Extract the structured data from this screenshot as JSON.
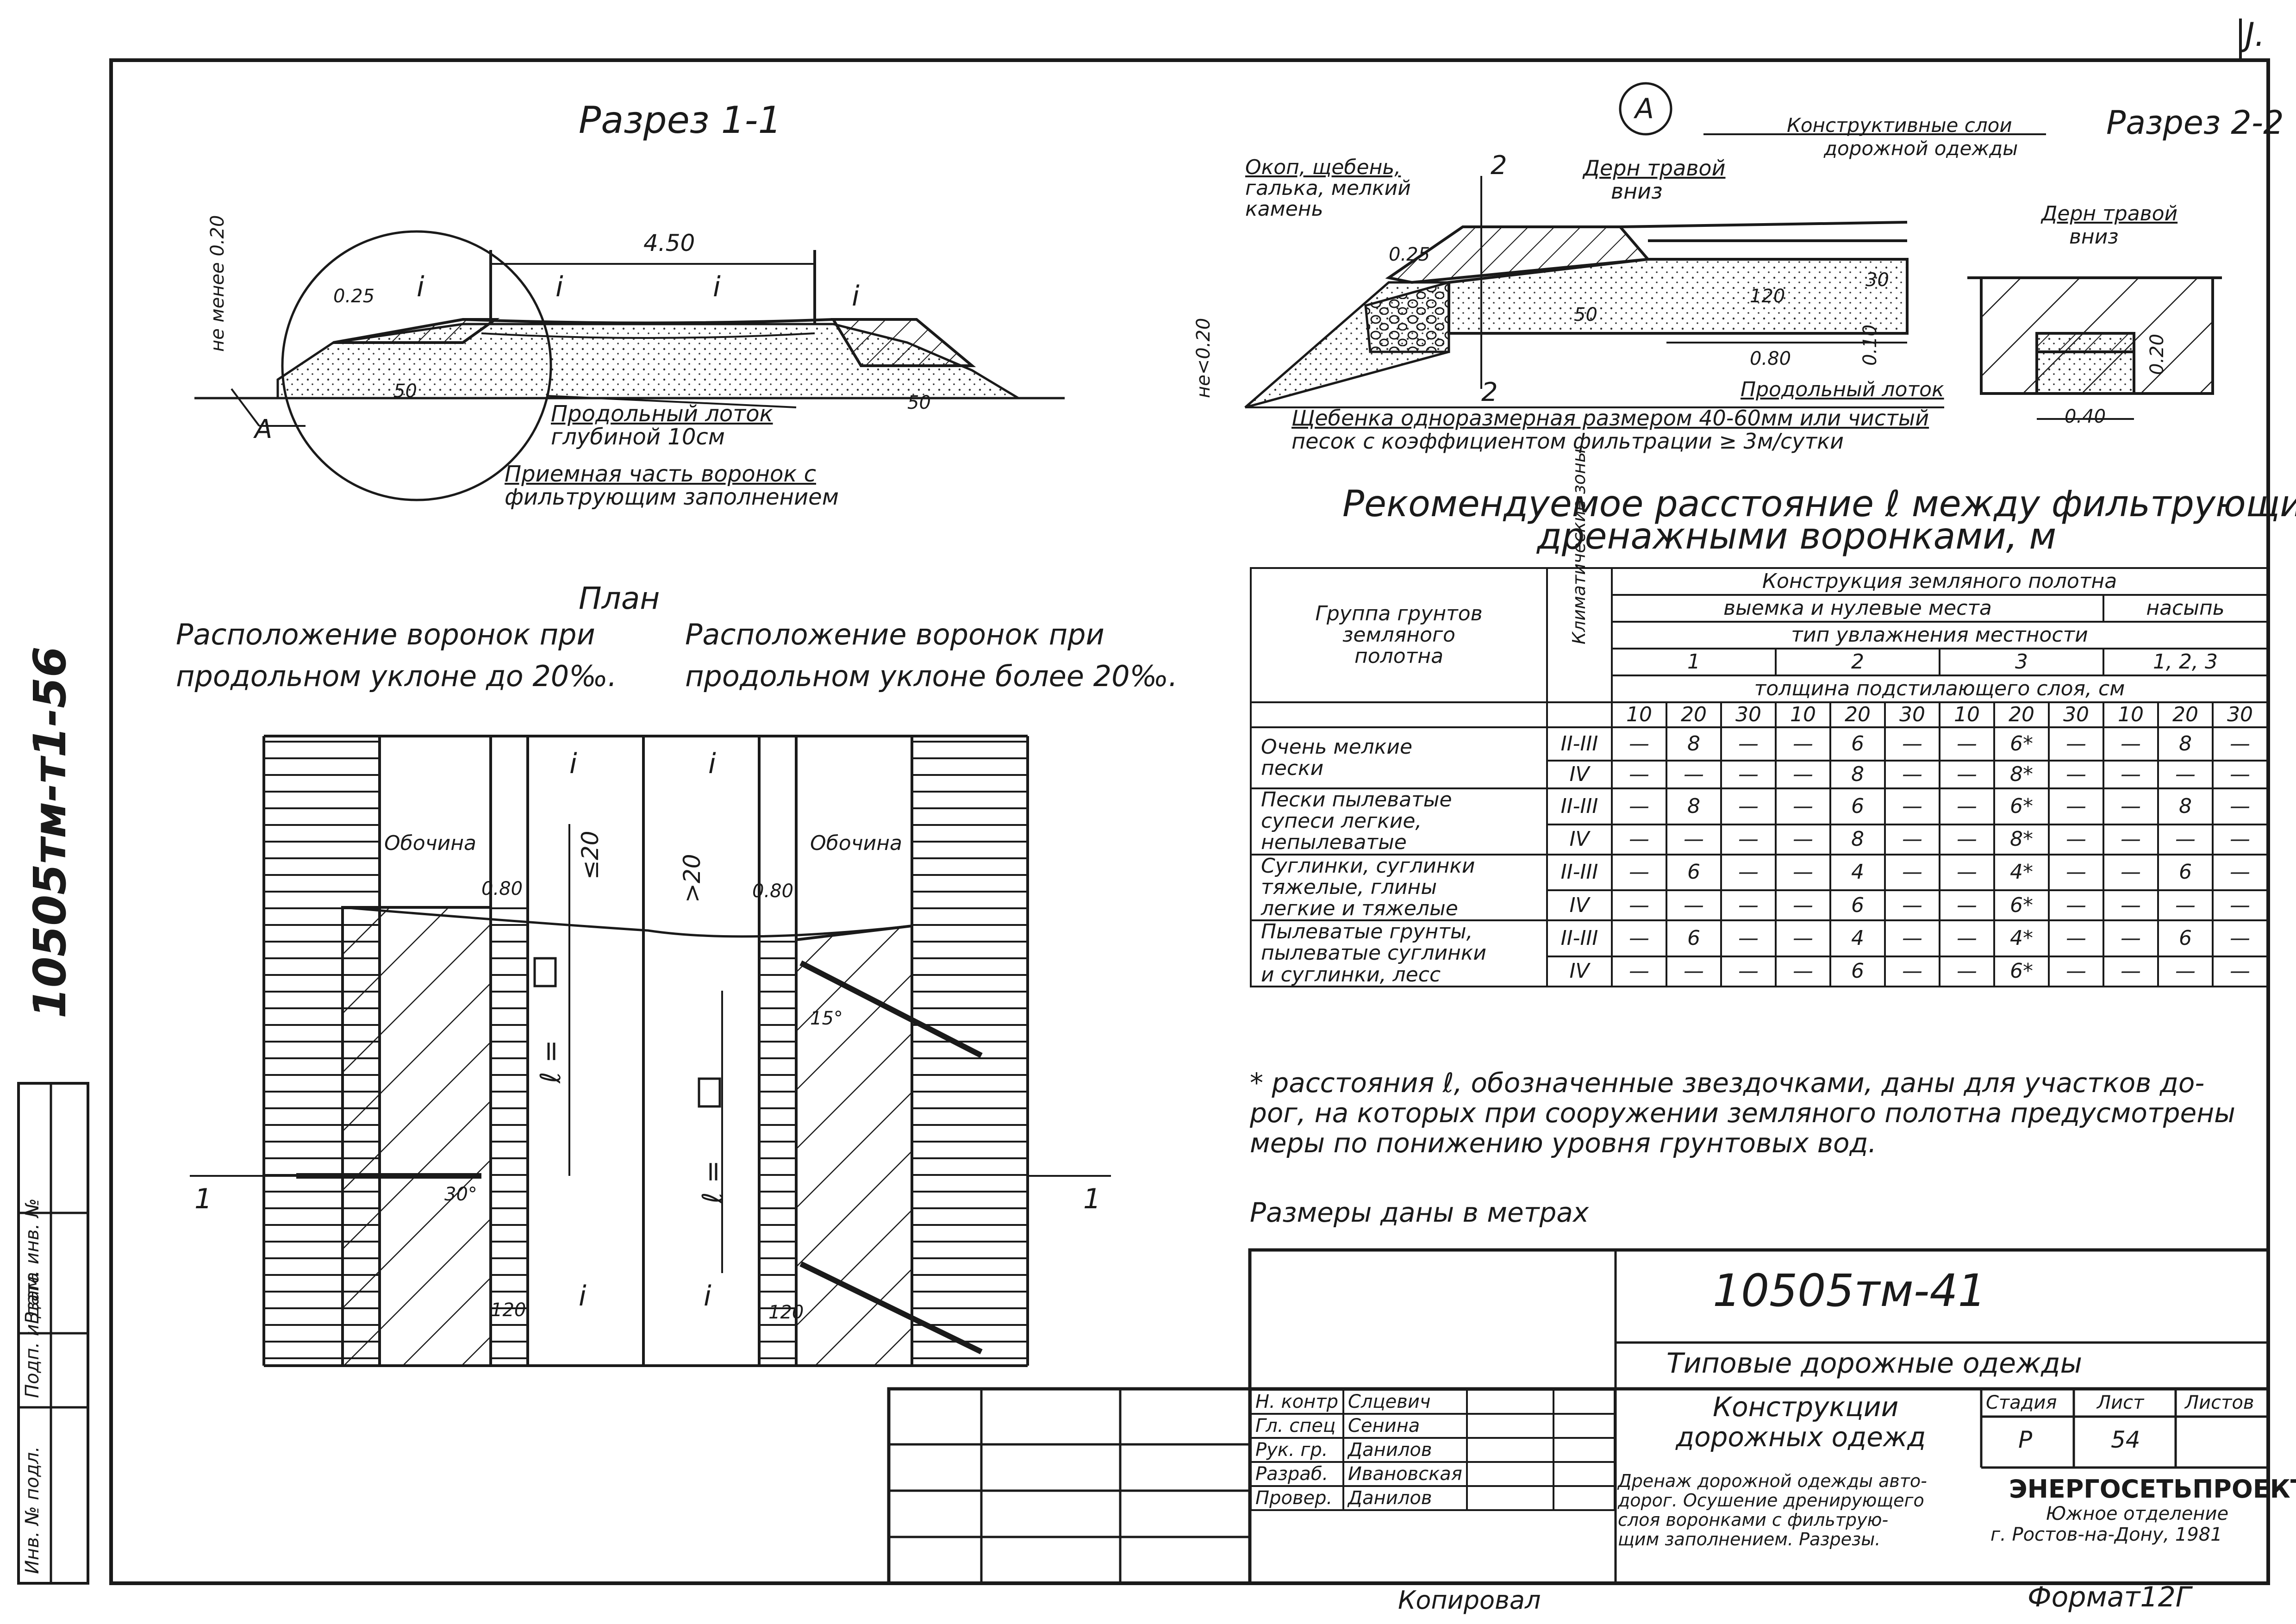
{
  "corner_mark": "J.",
  "vertical_doc_code": "10505тм-т1-56",
  "side_stamp": [
    "Инв. № подл.",
    "Подп. и дата",
    "Взам. инв. №"
  ],
  "section11": {
    "title": "Разрез 1-1",
    "label_min": "не менее 0.20",
    "width": "4.50",
    "d025": "0.25",
    "slope": "i",
    "slope50_left": "50",
    "slope50_right": "50",
    "point_a": "А",
    "tray_label": [
      "Продольный лоток",
      "глубиной 10см"
    ],
    "funnel_label": [
      "Приемная часть воронок с",
      "фильтрующим заполнением"
    ]
  },
  "nodeA": {
    "marker": "А",
    "label_fill": [
      "Окоп, щебень,",
      "галька, мелкий",
      "камень"
    ],
    "section_mark": "2",
    "turf": [
      "Дерн травой",
      "вниз"
    ],
    "layers": [
      "Конструктивные слои",
      "дорожной одежды"
    ],
    "d025": "0.25",
    "v30": "30",
    "v120": "120",
    "v50": "50",
    "d080": "0.80",
    "d010": "0.10",
    "h020": "не<0.20",
    "tray": "Продольный лоток",
    "gravel": [
      "Щебенка одноразмерная размером 40-60мм или чистый",
      "песок с коэффициентом фильтрации ≥ 3м/сутки"
    ]
  },
  "section22": {
    "title": "Разрез 2-2",
    "turf": [
      "Дерн травой",
      "вниз"
    ],
    "d040": "0.40",
    "d020": "0.20"
  },
  "plan": {
    "title": "План",
    "caption_left": [
      "Расположение воронок при",
      "продольном уклоне до 20‰."
    ],
    "caption_right": [
      "Расположение воронок при",
      "продольном уклоне более 20‰."
    ],
    "shoulder": "Обочина",
    "d080": "0.80",
    "le20": "≤20",
    "gt20": ">20",
    "l_eq": "ℓ =",
    "v120": "120",
    "angle_left": "30°",
    "angle_right": "15°",
    "cut": "1",
    "slope": "i"
  },
  "table": {
    "title": [
      "Рекомендуемое расстояние ℓ между фильтрующими",
      "дренажными воронками, м"
    ],
    "h_group": [
      "Группа грунтов",
      "земляного",
      "полотна"
    ],
    "h_climate": "Климатические зоны",
    "h_construction": "Конструкция земляного полотна",
    "h_cut": "выемка и нулевые места",
    "h_fill": "насыпь",
    "h_moist": "тип увлажнения местности",
    "h_types": [
      "1",
      "2",
      "3",
      "1, 2, 3"
    ],
    "h_thick": "толщина подстилающего слоя, см",
    "h_depths": [
      "10",
      "20",
      "30",
      "10",
      "20",
      "30",
      "10",
      "20",
      "30",
      "10",
      "20",
      "30"
    ],
    "rows": [
      {
        "soil": [
          "Очень мелкие",
          "пески"
        ],
        "z1": "II-III",
        "v1": [
          "—",
          "8",
          "—",
          "—",
          "6",
          "—",
          "—",
          "6*",
          "—",
          "—",
          "8",
          "—"
        ],
        "z2": "IV",
        "v2": [
          "—",
          "—",
          "—",
          "—",
          "8",
          "—",
          "—",
          "8*",
          "—",
          "—",
          "—",
          "—"
        ]
      },
      {
        "soil": [
          "Пески пылеватые",
          "супеси легкие,",
          "непылеватые"
        ],
        "z1": "II-III",
        "v1": [
          "—",
          "8",
          "—",
          "—",
          "6",
          "—",
          "—",
          "6*",
          "—",
          "—",
          "8",
          "—"
        ],
        "z2": "IV",
        "v2": [
          "—",
          "—",
          "—",
          "—",
          "8",
          "—",
          "—",
          "8*",
          "—",
          "—",
          "—",
          "—"
        ]
      },
      {
        "soil": [
          "Суглинки, суглинки",
          "тяжелые, глины",
          "легкие и тяжелые"
        ],
        "z1": "II-III",
        "v1": [
          "—",
          "6",
          "—",
          "—",
          "4",
          "—",
          "—",
          "4*",
          "—",
          "—",
          "6",
          "—"
        ],
        "z2": "IV",
        "v2": [
          "—",
          "—",
          "—",
          "—",
          "6",
          "—",
          "—",
          "6*",
          "—",
          "—",
          "—",
          "—"
        ]
      },
      {
        "soil": [
          "Пылеватые грунты,",
          "пылеватые суглинки",
          "и суглинки, лесс"
        ],
        "z1": "II-III",
        "v1": [
          "—",
          "6",
          "—",
          "—",
          "4",
          "—",
          "—",
          "4*",
          "—",
          "—",
          "6",
          "—"
        ],
        "z2": "IV",
        "v2": [
          "—",
          "—",
          "—",
          "—",
          "6",
          "—",
          "—",
          "6*",
          "—",
          "—",
          "—",
          "—"
        ]
      }
    ]
  },
  "footnote": [
    "* расстояния ℓ, обозначенные звездочками, даны для участков до-",
    "рог, на которых при сооружении земляного полотна предусмотрены",
    "меры по понижению уровня грунтовых вод."
  ],
  "units_note": "Размеры даны в метрах",
  "title_block": {
    "code": "10505тм-41",
    "series": "Типовые дорожные одежды",
    "subject": [
      "Конструкции",
      "дорожных одежд"
    ],
    "roles": [
      "Н. контр",
      "Гл. спец",
      "Рук. гр.",
      "Разраб.",
      "Провер."
    ],
    "names": [
      "Слцевич",
      "Сенина",
      "Данилов",
      "Ивановская",
      "Данилов"
    ],
    "stage_h": "Стадия",
    "sheet_h": "Лист",
    "sheets_h": "Листов",
    "stage": "Р",
    "sheet": "54",
    "description": [
      "Дренаж дорожной одежды авто-",
      "дорог. Осушение дренирующего",
      "слоя воронками с фильтрую-",
      "щим заполнением. Разрезы."
    ],
    "org": [
      "ЭНЕРГОСЕТЬПРОЕКТ",
      "Южное отделение",
      "г. Ростов-на-Дону, 1981"
    ]
  },
  "copied": "Копировал",
  "format": "Формат12Г"
}
